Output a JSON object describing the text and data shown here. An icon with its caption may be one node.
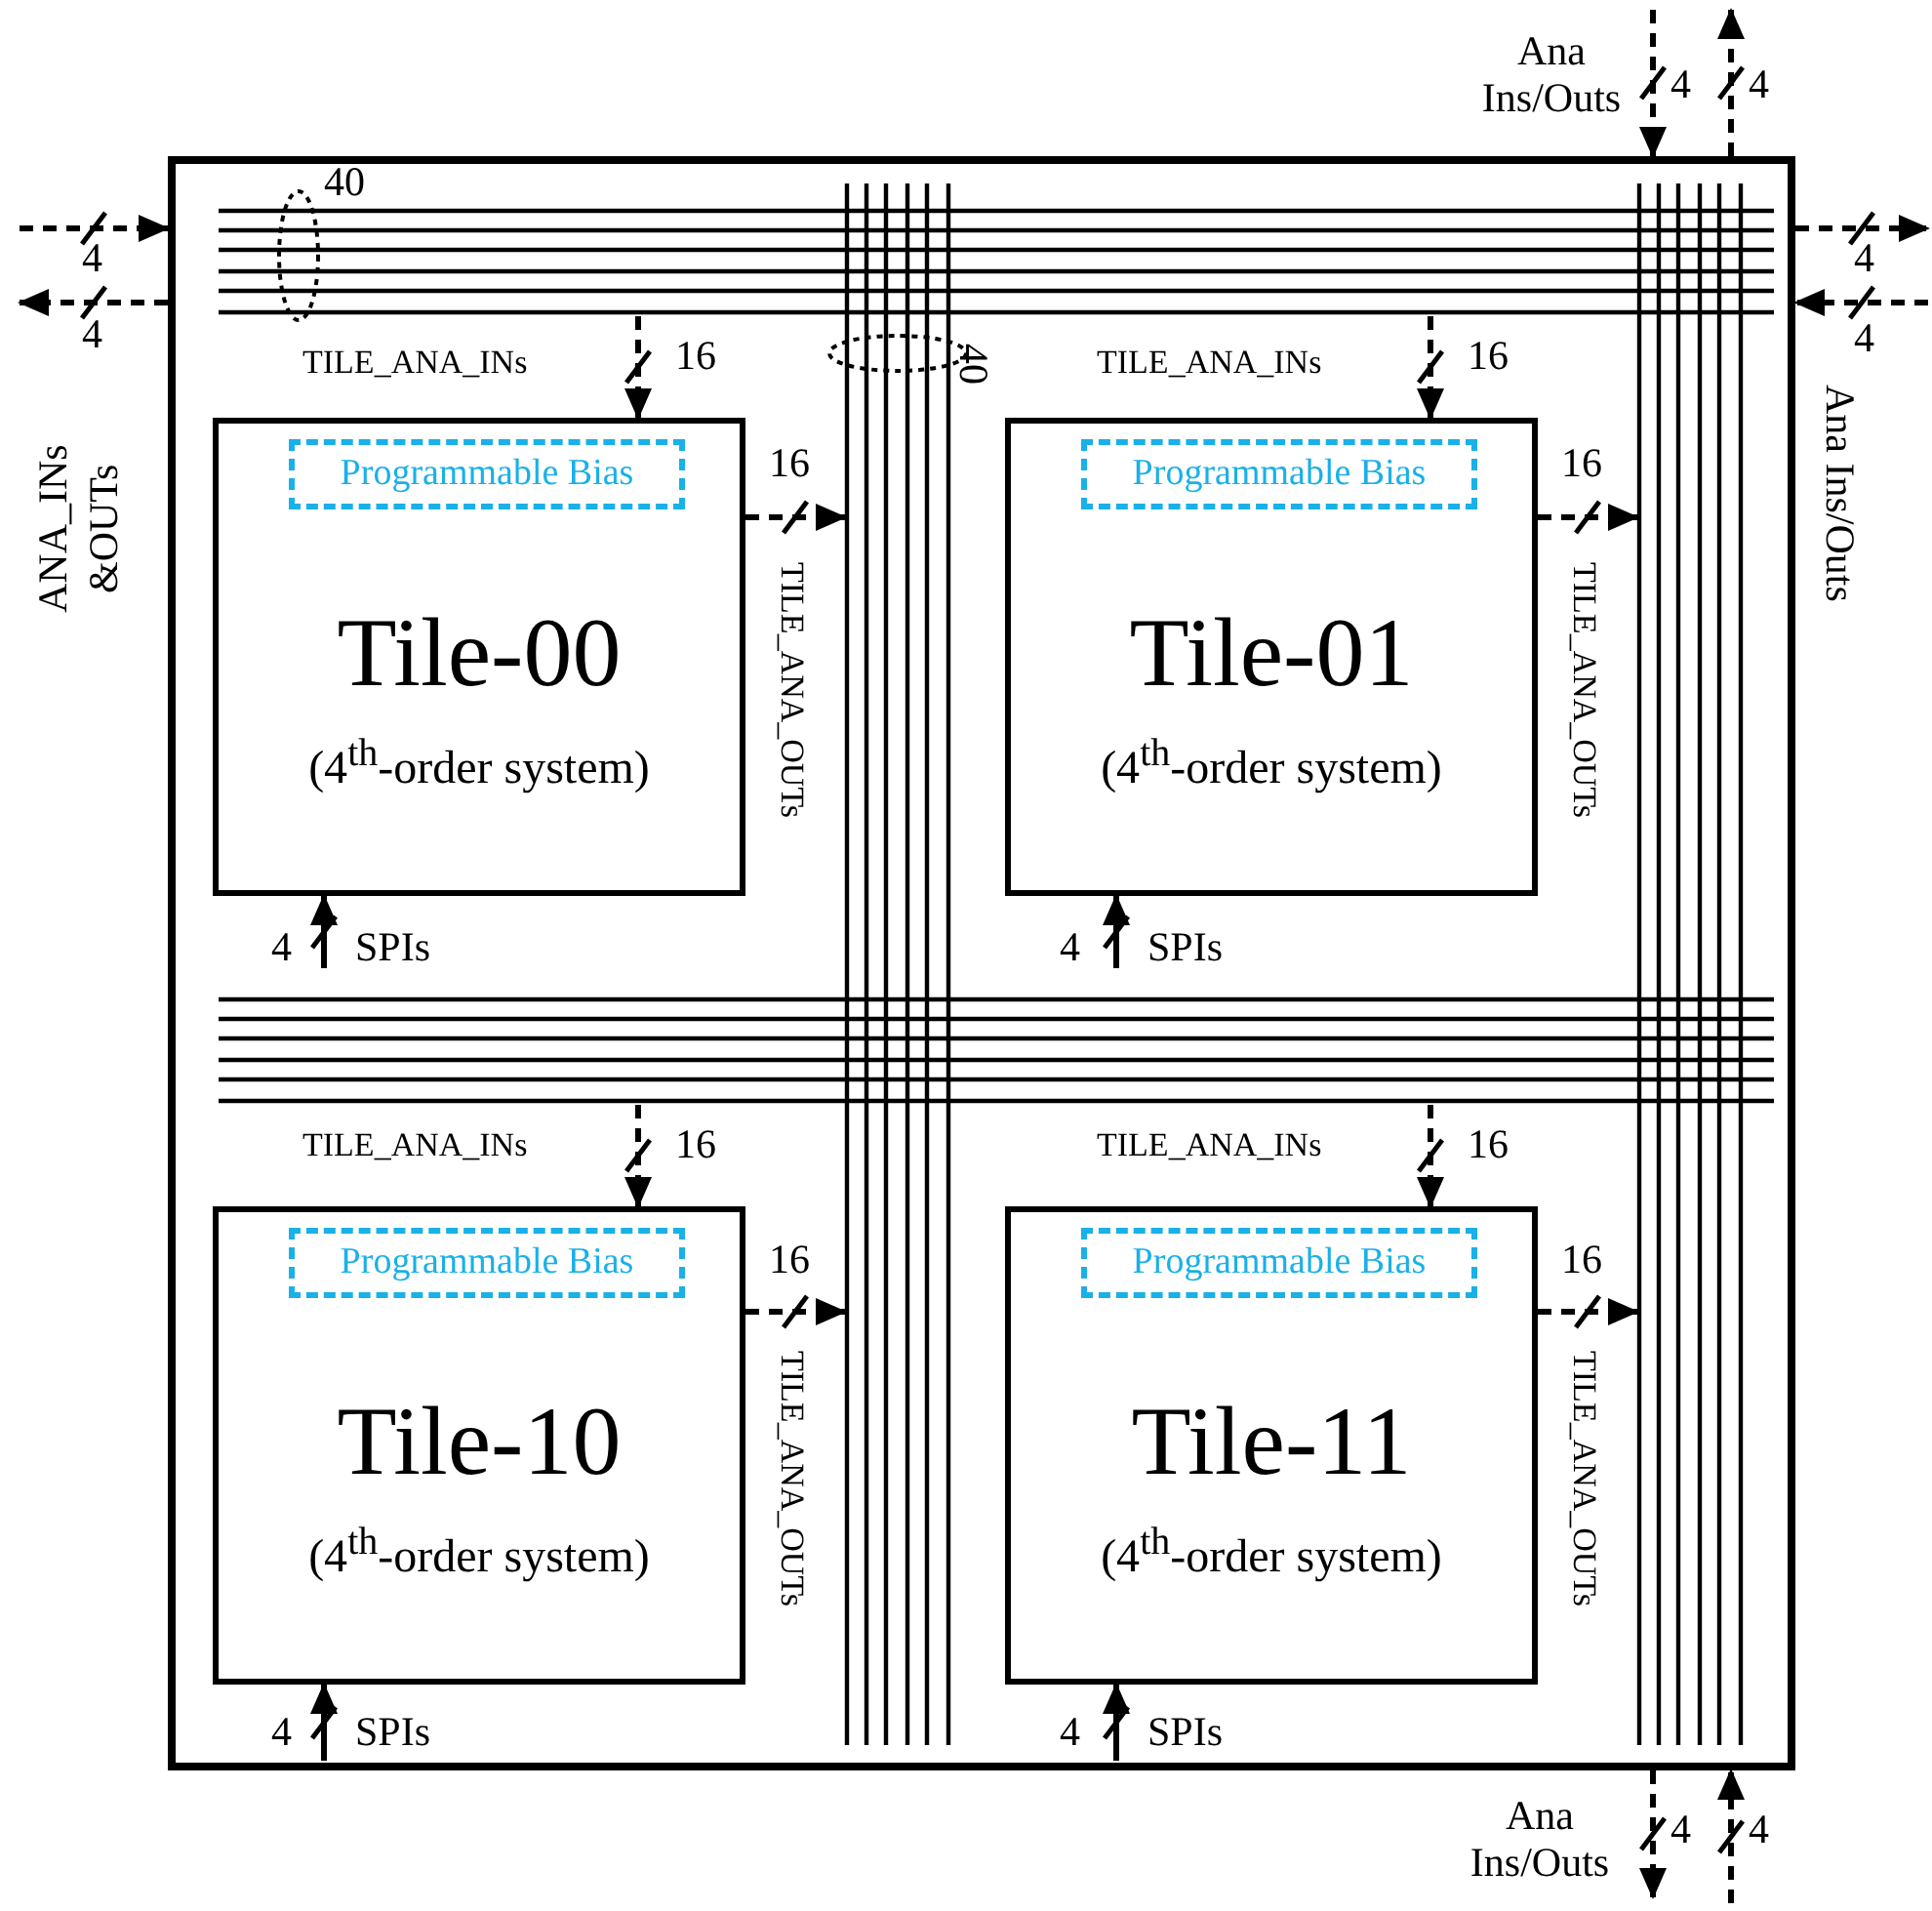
{
  "diagram": {
    "nodes": [
      {
        "text": [],
        "shape": "box"
      },
      {
        "text": [],
        "shape": "bar",
        "in": 0,
        "beside": [
          "40"
        ]
      },
      {
        "text": [
          "Tile-00",
          "(4$^{th}$-order system)"
        ],
        "in": 0
      },
      {
        "text": [
          "Programmable Bias"
        ],
        "in": 2
      },
      {
        "text": [],
        "shape": "bar",
        "in": 0,
        "beside": [
          "40"
        ]
      },
      {
        "text": [
          "Tile-01",
          "(4$^{th}$-order system)"
        ],
        "in": 0
      },
      {
        "text": [
          "Programmable Bias"
        ],
        "in": 5
      },
      {
        "text": [],
        "shape": "bar",
        "in": 0
      },
      {
        "text": [],
        "shape": "bar",
        "in": 0
      },
      {
        "text": [
          "Tile-10",
          "(4$^{th}$-order system)"
        ],
        "in": 0
      },
      {
        "text": [
          "Programmable Bias"
        ],
        "in": 9
      },
      {
        "text": [
          "Tile-11",
          "(4$^{th}$-order system)"
        ],
        "in": 0
      },
      {
        "text": [
          "Programmable Bias"
        ],
        "in": 11
      }
    ],
    "edges": [
      {
        "from": null,
        "to": 0,
        "arrow": "to",
        "style": "dashed"
      },
      {
        "from": 0,
        "to": null,
        "arrow": "to",
        "style": "dashed"
      },
      {
        "from": null,
        "to": 0,
        "arrow": "to",
        "style": "dashed"
      },
      {
        "from": 0,
        "to": null,
        "arrow": "to",
        "style": "dashed"
      },
      {
        "from": 0,
        "to": null,
        "arrow": "to",
        "style": "dashed"
      },
      {
        "from": null,
        "to": 0,
        "arrow": "to",
        "style": "dashed"
      },
      {
        "from": 0,
        "to": null,
        "arrow": "to",
        "style": "dashed"
      },
      {
        "from": null,
        "to": 0,
        "arrow": "to",
        "style": "dashed"
      },
      {
        "from": 1,
        "to": 2,
        "arrow": "to",
        "label": "TILE_ANA_INs",
        "style": "dashed"
      },
      {
        "from": 2,
        "to": 4,
        "arrow": "to",
        "label": "TILE_ANA_OUTs",
        "style": "dashed"
      },
      {
        "from": null,
        "to": 2,
        "arrow": "to",
        "label": "SPIs"
      },
      {
        "from": 1,
        "to": 5,
        "arrow": "to",
        "label": "TILE_ANA_INs",
        "style": "dashed"
      },
      {
        "from": 5,
        "to": 7,
        "arrow": "to",
        "label": "TILE_ANA_OUTs",
        "style": "dashed"
      },
      {
        "from": null,
        "to": 5,
        "arrow": "to",
        "label": "SPIs"
      },
      {
        "from": 8,
        "to": 9,
        "arrow": "to",
        "label": "TILE_ANA_INs",
        "style": "dashed"
      },
      {
        "from": 9,
        "to": 4,
        "arrow": "to",
        "label": "TILE_ANA_OUTs",
        "style": "dashed"
      },
      {
        "from": null,
        "to": 9,
        "arrow": "to",
        "label": "SPIs"
      },
      {
        "from": 8,
        "to": 11,
        "arrow": "to",
        "label": "TILE_ANA_INs",
        "style": "dashed"
      },
      {
        "from": 11,
        "to": 7,
        "arrow": "to",
        "label": "TILE_ANA_OUTs",
        "style": "dashed"
      },
      {
        "from": null,
        "to": 11,
        "arrow": "to",
        "label": "SPIs"
      }
    ],
    "labels": [
      "Ana Ins/Outs",
      "4",
      "4",
      "4",
      "4",
      "4",
      "4",
      "ANA_INs &OUTs",
      "Ana Ins/Outs",
      "16",
      "16",
      "16",
      "16",
      "4",
      "4",
      "16",
      "16",
      "16",
      "16",
      "4",
      "4",
      "Ana Ins/Outs",
      "4",
      "4"
    ]
  }
}
